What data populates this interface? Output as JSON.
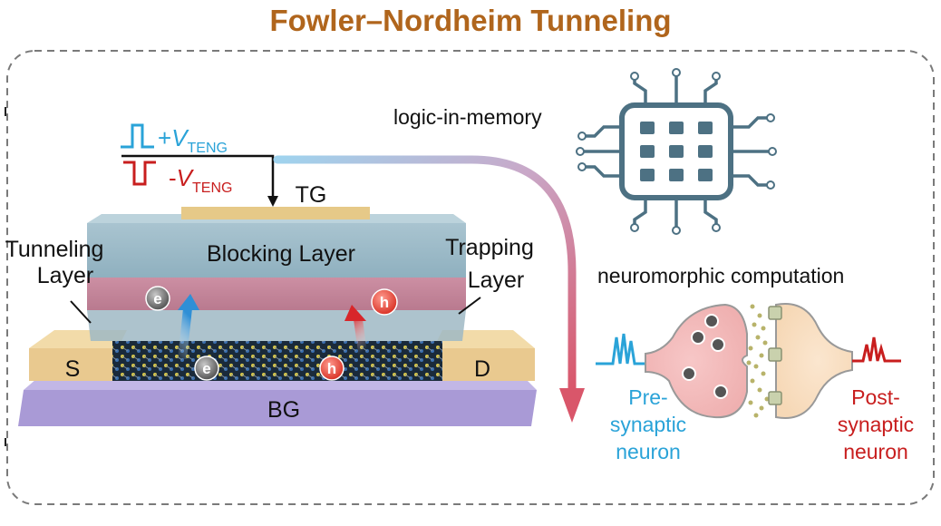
{
  "title": "Fowler–Nordheim Tunneling",
  "signals": {
    "pos_prefix": "+",
    "neg_prefix": "-",
    "v": "V",
    "sub": "TENG"
  },
  "device": {
    "tg": "TG",
    "blocking": "Blocking Layer",
    "tunneling_l1": "Tunneling",
    "tunneling_l2": "Layer",
    "trapping_l1": "Trapping",
    "trapping_l2": "Layer",
    "source": "S",
    "drain": "D",
    "bg": "BG",
    "electron": "e",
    "hole": "h"
  },
  "applications": {
    "logic": "logic-in-memory",
    "neuro": "neuromorphic computation",
    "pre_l1": "Pre-",
    "pre_l2": "synaptic",
    "pre_l3": "neuron",
    "post_l1": "Post-",
    "post_l2": "synaptic",
    "post_l3": "neuron"
  },
  "colors": {
    "title": "#b0651c",
    "positive_pulse": "#2aa3d8",
    "negative_pulse": "#c81e1e",
    "arrow_gradient_start": "#9fd3ee",
    "arrow_gradient_end": "#d9566a",
    "chip": "#4d7183"
  }
}
